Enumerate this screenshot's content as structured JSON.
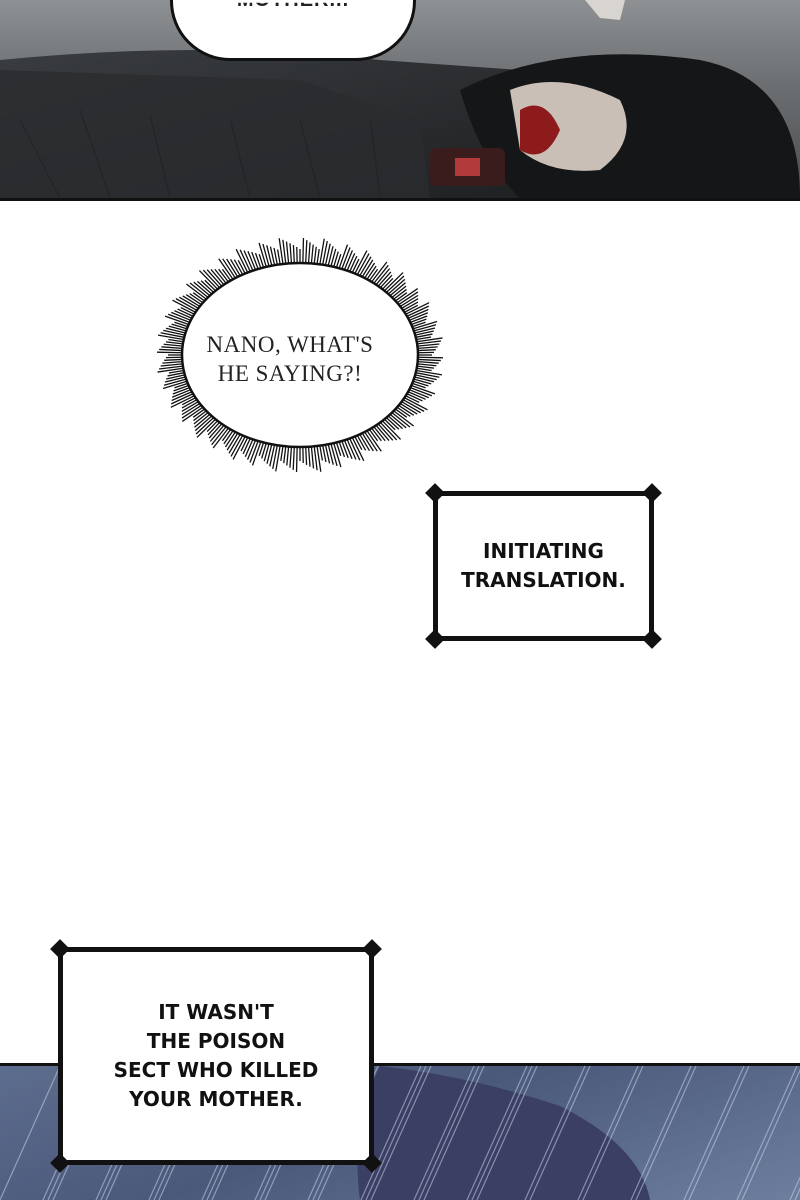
{
  "top_panel": {
    "bubble_text": "MOTHER..."
  },
  "dialogue": {
    "speech_line1": "NANO, WHAT'S",
    "speech_line2": "HE SAYING?!"
  },
  "captions": {
    "translation_line1": "INITIATING",
    "translation_line2": "TRANSLATION.",
    "reveal_line1": "IT WASN'T",
    "reveal_line2": "THE POISON",
    "reveal_line3": "SECT WHO KILLED",
    "reveal_line4": "YOUR MOTHER."
  },
  "colors": {
    "top_panel": "#6d7173",
    "bottom_panel": "#4a587a",
    "ink": "#111111"
  }
}
